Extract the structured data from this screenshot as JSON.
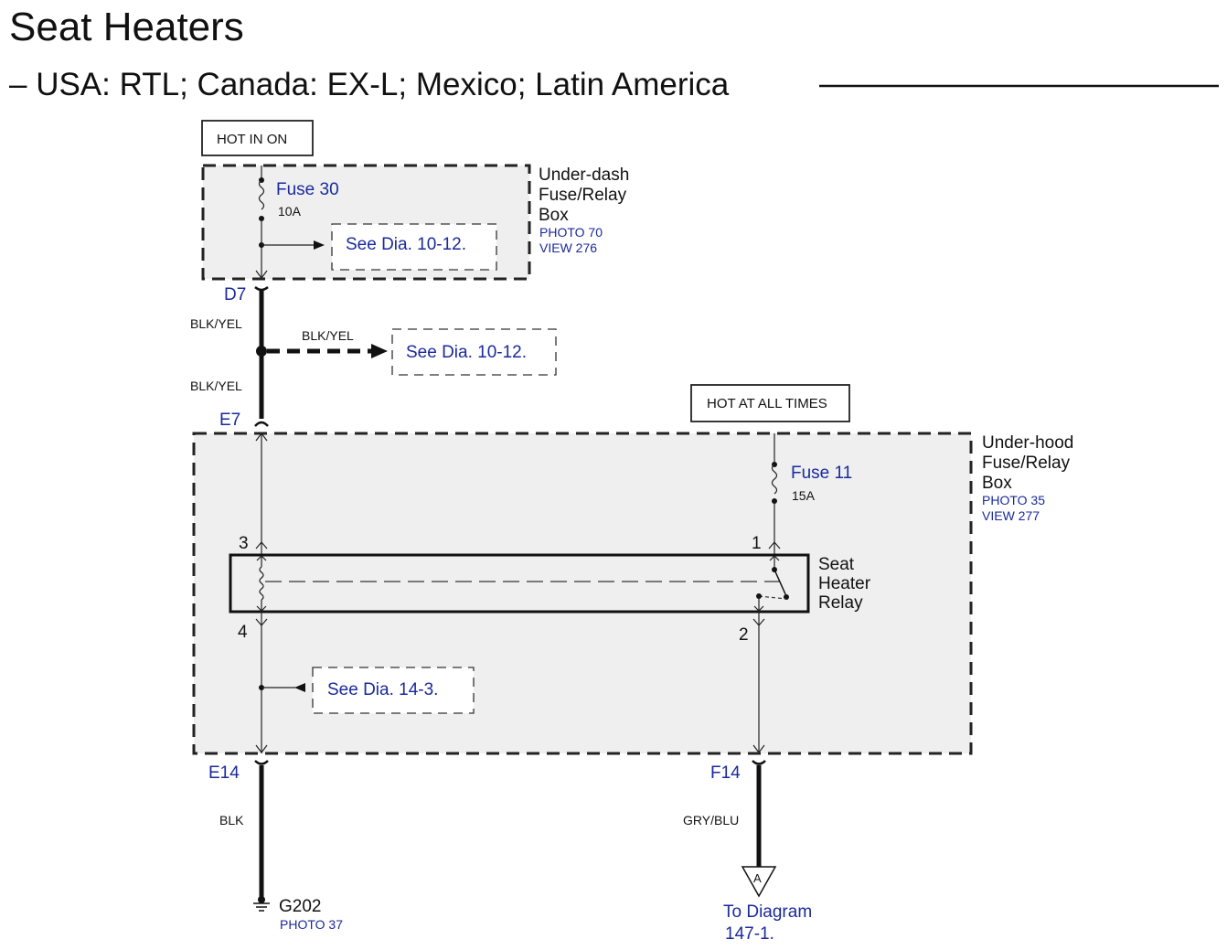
{
  "header": {
    "title": "Seat Heaters",
    "subtitle": "– USA: RTL; Canada: EX-L; Mexico; Latin America"
  },
  "underdash": {
    "hot_label": "HOT IN ON",
    "box_label": [
      "Under-dash",
      "Fuse/Relay",
      "Box"
    ],
    "photo": "PHOTO 70",
    "view": "VIEW 276",
    "fuse_name": "Fuse 30",
    "fuse_rating": "10A",
    "see_dia": "See Dia. 10-12.",
    "connector": "D7"
  },
  "wire_mid": {
    "upper_color": "BLK/YEL",
    "lower_color": "BLK/YEL",
    "branch_color": "BLK/YEL",
    "branch_see_dia": "See Dia. 10-12.",
    "connector": "E7"
  },
  "underhood": {
    "hot_label": "HOT AT ALL TIMES",
    "box_label": [
      "Under-hood",
      "Fuse/Relay",
      "Box"
    ],
    "photo": "PHOTO 35",
    "view": "VIEW 277",
    "fuse_name": "Fuse 11",
    "fuse_rating": "15A",
    "relay_label": [
      "Seat",
      "Heater",
      "Relay"
    ],
    "pins": {
      "p3": "3",
      "p1": "1",
      "p4": "4",
      "p2": "2"
    },
    "see_dia": "See Dia. 14-3."
  },
  "outputs": {
    "left_connector": "E14",
    "left_wire": "BLK",
    "ground": "G202",
    "ground_photo": "PHOTO 37",
    "right_connector": "F14",
    "right_wire": "GRY/BLU",
    "offpage_letter": "A",
    "to_diagram": [
      "To Diagram",
      "147-1."
    ]
  },
  "colors": {
    "wire": "#111111",
    "label_blue": "#1a2a9c",
    "box_fill": "#efefef"
  }
}
